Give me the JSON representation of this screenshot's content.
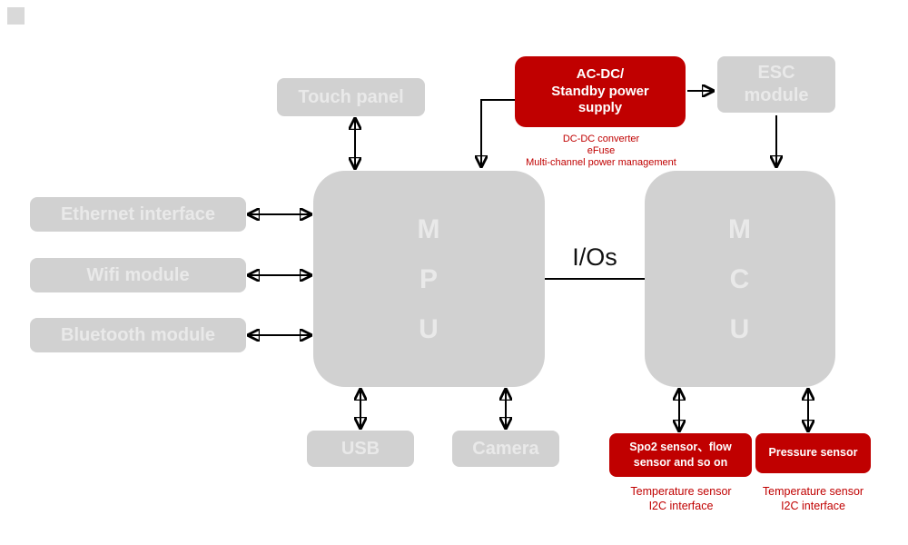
{
  "colors": {
    "red_accent": "#c00000",
    "gray_box": "#d1d1d1",
    "gray_box_text": "#e9e9e9",
    "arrow": "#000000"
  },
  "blocks": {
    "touch_panel": {
      "label": "Touch panel"
    },
    "power_supply": {
      "label": "AC-DC/\nStandby power\nsupply",
      "caption": "DC-DC converter\neFuse\nMulti-channel power management"
    },
    "esc_module": {
      "label": "ESC\nmodule"
    },
    "ethernet": {
      "label": "Ethernet interface"
    },
    "wifi": {
      "label": "Wifi module"
    },
    "bluetooth": {
      "label": "Bluetooth module"
    },
    "mpu": {
      "label": "M\nP\nU"
    },
    "mcu": {
      "label": "M\nC\nU"
    },
    "usb": {
      "label": "USB"
    },
    "camera": {
      "label": "Camera"
    },
    "spo2_sensor": {
      "label": "Spo2 sensor、flow\nsensor and so on",
      "caption": "Temperature sensor\nI2C interface"
    },
    "pressure_sensor": {
      "label": "Pressure sensor",
      "caption": "Temperature sensor\nI2C interface"
    }
  },
  "connections": {
    "ios_label": "I/Os"
  }
}
